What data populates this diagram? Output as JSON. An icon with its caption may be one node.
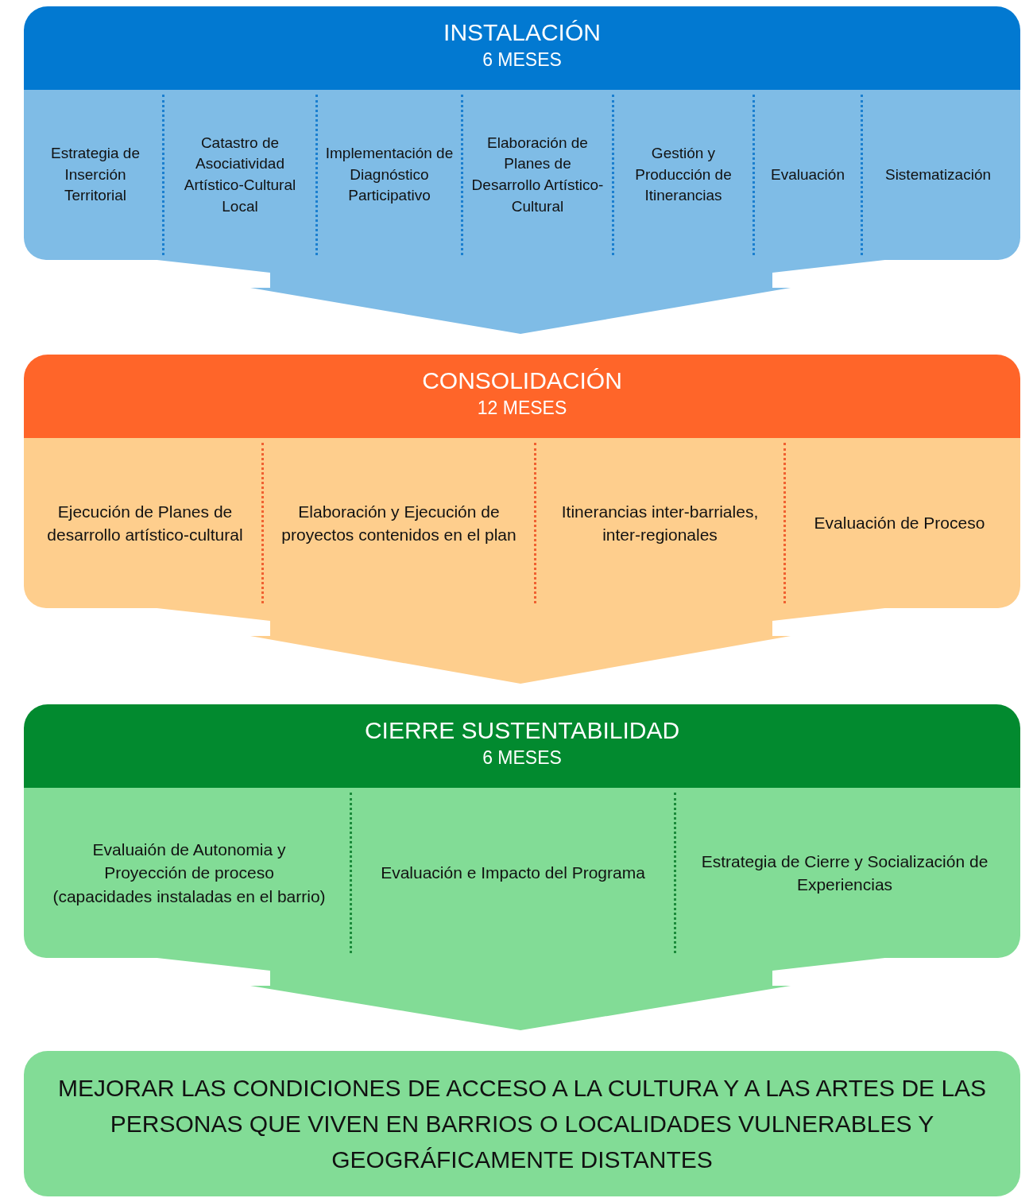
{
  "diagram": {
    "nodes": [
      {
        "text": [
          "INSTALACIÓN",
          "6 MESES"
        ]
      },
      {
        "text": [
          "Estrategia de Inserción Territorial"
        ]
      },
      {
        "text": [
          "Catastro de Asociatividad Artístico-Cultural Local"
        ]
      },
      {
        "text": [
          "Implementación de Diagnóstico Participativo"
        ]
      },
      {
        "text": [
          "Elaboración de Planes de Desarrollo Artístico-Cultural"
        ]
      },
      {
        "text": [
          "Gestión y Producción de Itinerancias"
        ]
      },
      {
        "text": [
          "Evaluación"
        ]
      },
      {
        "text": [
          "Sistematización"
        ]
      },
      {
        "text": [
          "CONSOLIDACIÓN",
          "12 MESES"
        ]
      },
      {
        "text": [
          "Ejecución de Planes de desarrollo artístico-cultural"
        ]
      },
      {
        "text": [
          "Elaboración y Ejecución de proyectos contenidos en el plan"
        ]
      },
      {
        "text": [
          "Itinerancias inter-barriales, inter-regionales"
        ]
      },
      {
        "text": [
          "Evaluación de Proceso"
        ]
      },
      {
        "text": [
          "CIERRE SUSTENTABILIDAD",
          "6 MESES"
        ]
      },
      {
        "text": [
          "Evaluaión de Autonomia y Proyección de proceso (capacidades instaladas en el barrio)"
        ]
      },
      {
        "text": [
          "Evaluación e Impacto del Programa"
        ]
      },
      {
        "text": [
          "Estrategia de Cierre y Socialización de Experiencias"
        ]
      },
      {
        "text": [
          "MEJORAR LAS CONDICIONES DE ACCESO A LA CULTURA Y A LAS ARTES DE LAS PERSONAS QUE VIVEN EN BARRIOS O LOCALIDADES VULNERABLES Y GEOGRÁFICAMENTE DISTANTES"
        ]
      }
    ],
    "edges": [
      {
        "from": 0,
        "to": 8,
        "arrow": "to"
      },
      {
        "from": 8,
        "to": 13,
        "arrow": "to"
      },
      {
        "from": 13,
        "to": 17,
        "arrow": "to"
      }
    ]
  }
}
